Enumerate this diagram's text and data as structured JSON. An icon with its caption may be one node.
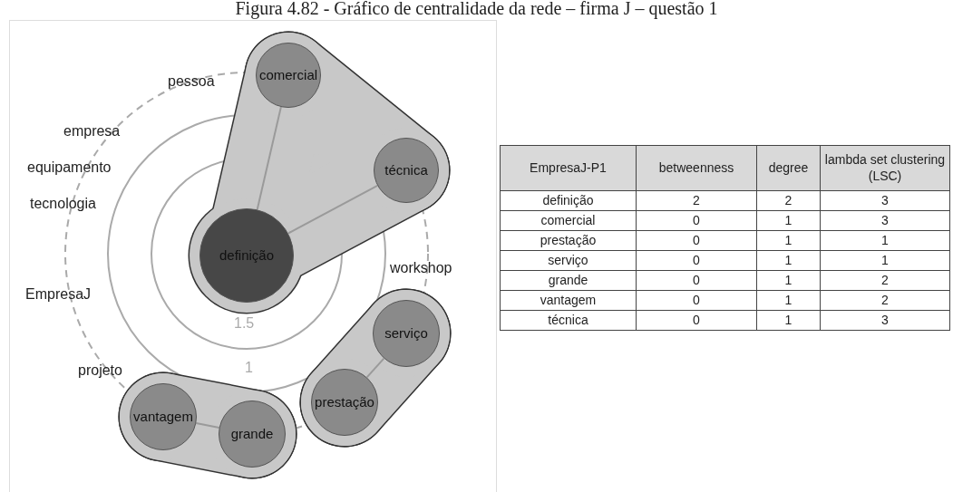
{
  "diagram": {
    "title": "Figura 4.82 - Gráfico de centralidade da rede – firma J – questão 1",
    "nodes": [
      {
        "text": [],
        "shape": "hull"
      },
      {
        "text": [
          "comercial"
        ],
        "in": 0
      },
      {
        "text": [
          "técnica"
        ],
        "in": 0
      },
      {
        "text": [
          "definição"
        ],
        "in": 0
      },
      {
        "text": [],
        "shape": "hull"
      },
      {
        "text": [
          "serviço"
        ],
        "in": 4
      },
      {
        "text": [
          "prestação"
        ],
        "in": 4
      },
      {
        "text": [],
        "shape": "hull"
      },
      {
        "text": [
          "vantagem"
        ],
        "in": 7
      },
      {
        "text": [
          "grande"
        ],
        "in": 7
      }
    ],
    "edges": [
      {
        "from": 3,
        "to": 1,
        "arrow": "none"
      },
      {
        "from": 3,
        "to": 2,
        "arrow": "none"
      },
      {
        "from": 6,
        "to": 5,
        "arrow": "none"
      },
      {
        "from": 8,
        "to": 9,
        "arrow": "none"
      }
    ],
    "labels": [
      "pessoa",
      "empresa",
      "equipamento",
      "tecnologia",
      "workshop",
      "EmpresaJ",
      "1.5",
      "projeto",
      "1",
      "EmpresaJ-P1",
      "betweenness",
      "degree",
      "lambda set clustering (LSC)",
      "definição",
      "2",
      "2",
      "3",
      "comercial",
      "0",
      "1",
      "3",
      "prestação",
      "0",
      "1",
      "1",
      "serviço",
      "0",
      "1",
      "1",
      "grande",
      "0",
      "1",
      "2",
      "vantagem",
      "0",
      "1",
      "2",
      "técnica",
      "0",
      "1",
      "3"
    ]
  }
}
